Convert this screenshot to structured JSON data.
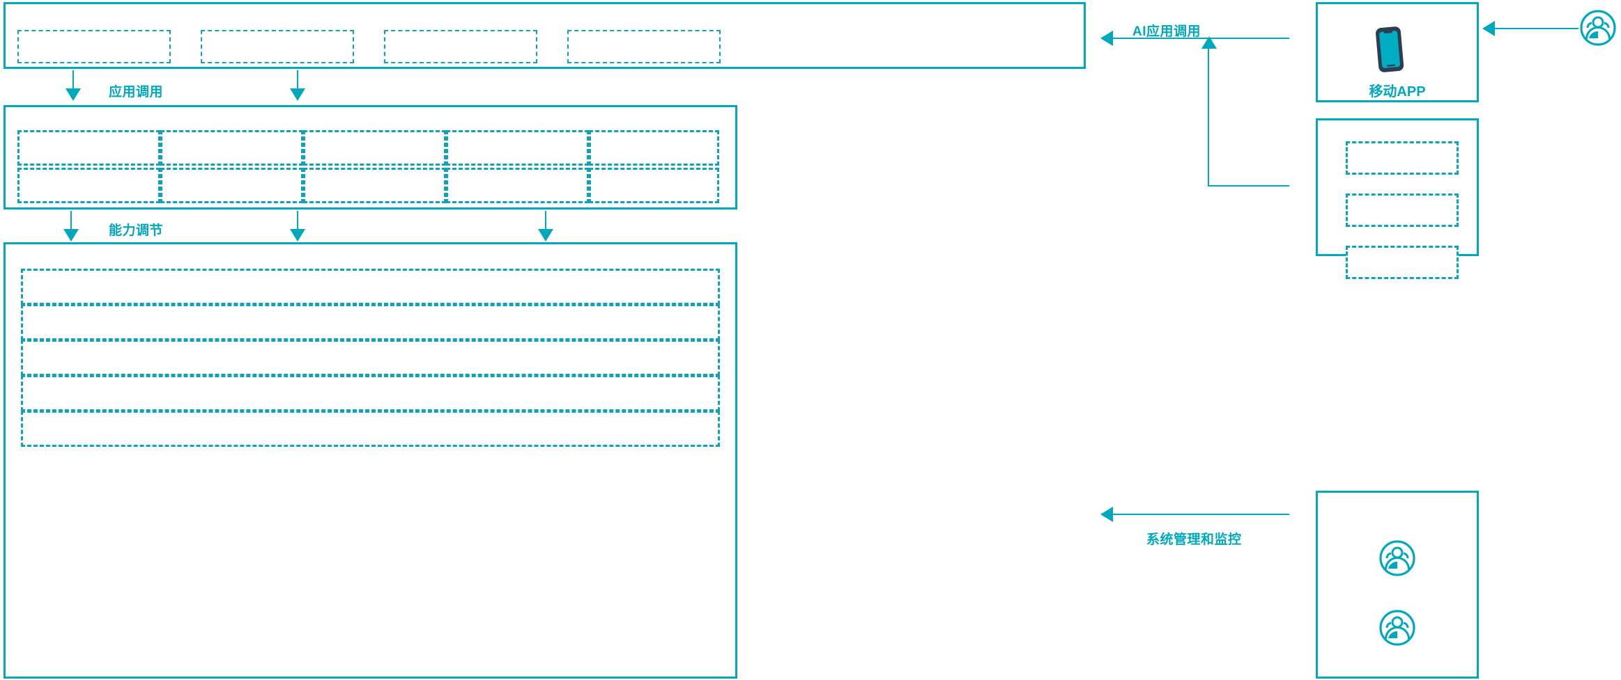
{
  "diagram": {
    "accent_color": "#00a8bc",
    "dash_color": "#0fa3b7",
    "device_outline_color": "#2d3e50",
    "device_screen_color": "#00aec4",
    "background": "#ffffff"
  },
  "layers": [
    {
      "id": "application-layer",
      "name": "application-layer",
      "slots": [
        "",
        "",
        "",
        ""
      ]
    },
    {
      "id": "capability-layer",
      "name": "capability-layer",
      "rows": [
        [
          "",
          "",
          "",
          "",
          ""
        ],
        [
          "",
          "",
          "",
          "",
          ""
        ]
      ]
    },
    {
      "id": "platform-layer",
      "name": "platform-layer",
      "rows": [
        "",
        "",
        "",
        "",
        ""
      ]
    }
  ],
  "flows": [
    {
      "id": "app-invoke",
      "label": "应用调用",
      "direction": "down"
    },
    {
      "id": "capability-adjust",
      "label": "能力调节",
      "direction": "down"
    },
    {
      "id": "ai-app-invoke",
      "label": "AI应用调用",
      "direction": "left-up"
    },
    {
      "id": "system-admin",
      "label": "系统管理和监控",
      "direction": "left"
    }
  ],
  "right_panels": [
    {
      "id": "mobile-app-panel",
      "label": "移动APP",
      "icon": "smartphone-icon"
    },
    {
      "id": "channel-panel",
      "label": "",
      "slots": [
        "",
        "",
        ""
      ]
    },
    {
      "id": "operations-panel",
      "label": "",
      "icons": [
        "users-group-icon",
        "users-group-icon"
      ]
    }
  ],
  "actors": [
    {
      "id": "external-user",
      "icon": "users-group-icon",
      "label": ""
    }
  ]
}
